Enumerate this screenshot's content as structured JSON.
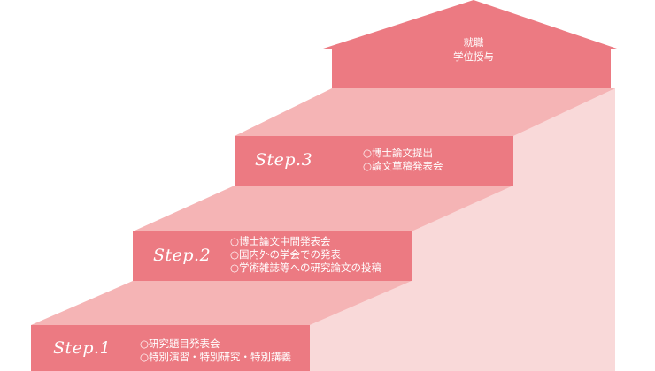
{
  "colors": {
    "front_face": "#ec7a82",
    "tread": "#f5b4b5",
    "side_wall": "#f9d9d9",
    "text": "#ffffff"
  },
  "goal": {
    "lines": [
      "就職",
      "学位授与"
    ]
  },
  "steps": [
    {
      "label": "Step.1",
      "items": [
        "○研究題目発表会",
        "○特別演習・特別研究・特別講義"
      ]
    },
    {
      "label": "Step.2",
      "items": [
        "○博士論文中間発表会",
        "○国内外の学会での発表",
        "○学術雑誌等への研究論文の投稿"
      ]
    },
    {
      "label": "Step.3",
      "items": [
        "○博士論文提出",
        "○論文草稿発表会"
      ]
    }
  ]
}
